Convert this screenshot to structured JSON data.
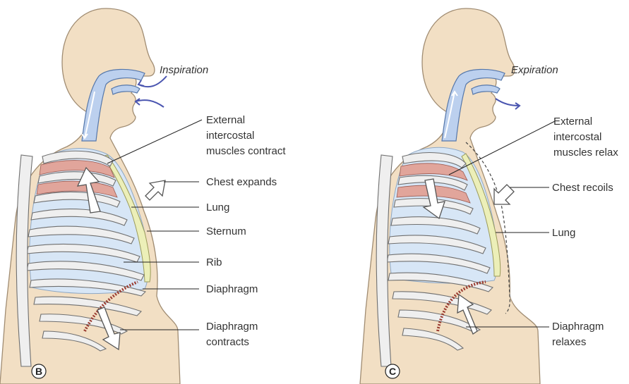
{
  "panels": [
    {
      "letter": "B",
      "title": "Inspiration",
      "labels": [
        {
          "lines": [
            "External",
            "intercostal",
            "muscles contract"
          ]
        },
        {
          "lines": [
            "Chest expands"
          ]
        },
        {
          "lines": [
            "Lung"
          ]
        },
        {
          "lines": [
            "Sternum"
          ]
        },
        {
          "lines": [
            "Rib"
          ]
        },
        {
          "lines": [
            "Diaphragm"
          ]
        },
        {
          "lines": [
            "Diaphragm",
            "contracts"
          ]
        }
      ]
    },
    {
      "letter": "C",
      "title": "Expiration",
      "labels": [
        {
          "lines": [
            "External",
            "intercostal",
            "muscles relax"
          ]
        },
        {
          "lines": [
            "Chest recoils"
          ]
        },
        {
          "lines": [
            "Lung"
          ]
        },
        {
          "lines": [
            "Diaphragm",
            "relaxes"
          ]
        }
      ]
    }
  ],
  "colors": {
    "skin": "#f2dfc4",
    "airway": "#bcd0ee",
    "lung": "#d7e6f6",
    "intercostal_muscle": "#e1a59b",
    "diaphragm": "#9a3b30",
    "airflow_arrow": "#4a55b0"
  }
}
